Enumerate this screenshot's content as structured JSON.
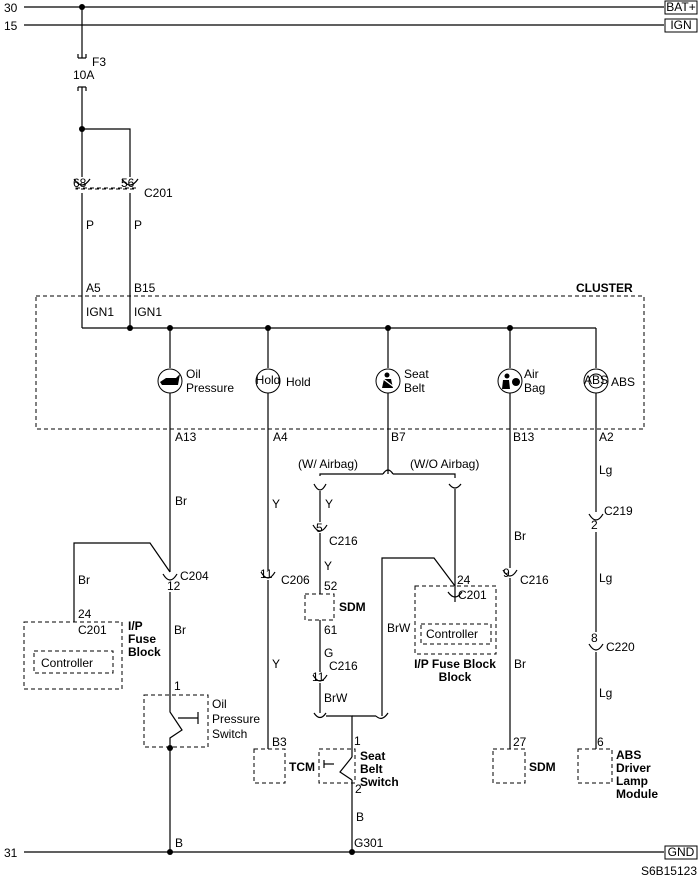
{
  "rails": {
    "bat_num": "30",
    "bat_tag": "BAT+",
    "ign_num": "15",
    "ign_tag": "IGN",
    "gnd_num": "31",
    "gnd_tag": "GND"
  },
  "fuse": {
    "name": "F3",
    "rating": "10A"
  },
  "c201_top": {
    "pin_a": "68",
    "pin_b": "56",
    "name": "C201"
  },
  "wire_p": "P",
  "cluster": {
    "label": "CLUSTER",
    "pin_a5": "A5",
    "pin_b15": "B15",
    "ign1": "IGN1"
  },
  "lamps": {
    "oil": {
      "line1": "Oil",
      "line2": "Pressure",
      "pin": "A13"
    },
    "hold": {
      "line1": "Hold",
      "icon_text": "Hold",
      "pin": "A4"
    },
    "belt": {
      "line1": "Seat",
      "line2": "Belt",
      "pin": "B7"
    },
    "air": {
      "line1": "Air",
      "line2": "Bag",
      "pin": "B13"
    },
    "abs": {
      "line1": "ABS",
      "icon_text": "ABS",
      "pin": "A2"
    }
  },
  "airbag_option": {
    "with": "(W/ Airbag)",
    "without": "(W/O Airbag)"
  },
  "wires": {
    "br": "Br",
    "y": "Y",
    "g": "G",
    "brw": "BrW",
    "lg": "Lg",
    "b": "B"
  },
  "connectors": {
    "c204": {
      "name": "C204",
      "pin": "12"
    },
    "c201": {
      "name": "C201",
      "pin": "24"
    },
    "c206": {
      "name": "C206",
      "pin": "11"
    },
    "c216": "C216",
    "c216_y": "5",
    "c216_g": "11",
    "c216_air": "9",
    "c219": {
      "name": "C219",
      "pin": "2"
    },
    "c220": {
      "name": "C220",
      "pin": "8"
    }
  },
  "sdm_mid": {
    "label": "SDM",
    "pin_in": "52",
    "pin_out": "61"
  },
  "ip_fuse_block": {
    "l1": "I/P",
    "l2": "Fuse",
    "l3": "Block",
    "controller": "Controller",
    "inline": "I/P Fuse Block"
  },
  "oil_switch": {
    "pin": "1",
    "l1": "Oil",
    "l2": "Pressure",
    "l3": "Switch"
  },
  "tcm": {
    "label": "TCM",
    "pin": "B3"
  },
  "belt_switch": {
    "pin_top": "1",
    "pin_bottom": "2",
    "l1": "Seat",
    "l2": "Belt",
    "l3": "Switch"
  },
  "sdm_right": {
    "label": "SDM",
    "pin": "27"
  },
  "abs_module": {
    "pin": "6",
    "l1": "ABS",
    "l2": "Driver",
    "l3": "Lamp",
    "l4": "Module"
  },
  "ground": {
    "g301": "G301"
  },
  "diagram_id": "S6B15123"
}
